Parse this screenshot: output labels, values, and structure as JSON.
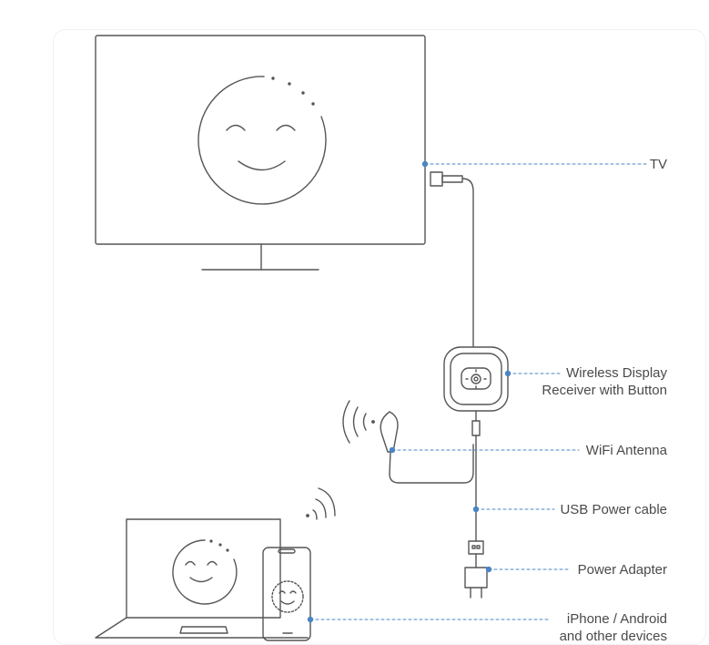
{
  "labels": {
    "tv": "TV",
    "receiver_line1": "Wireless Display",
    "receiver_line2": "Receiver with Button",
    "antenna": "WiFi Antenna",
    "usb_cable": "USB Power cable",
    "adapter": "Power Adapter",
    "devices_line1": "iPhone / Android",
    "devices_line2": "and other devices"
  },
  "colors": {
    "line": "#555555",
    "callout": "#4a86c5",
    "background": "#ffffff"
  }
}
